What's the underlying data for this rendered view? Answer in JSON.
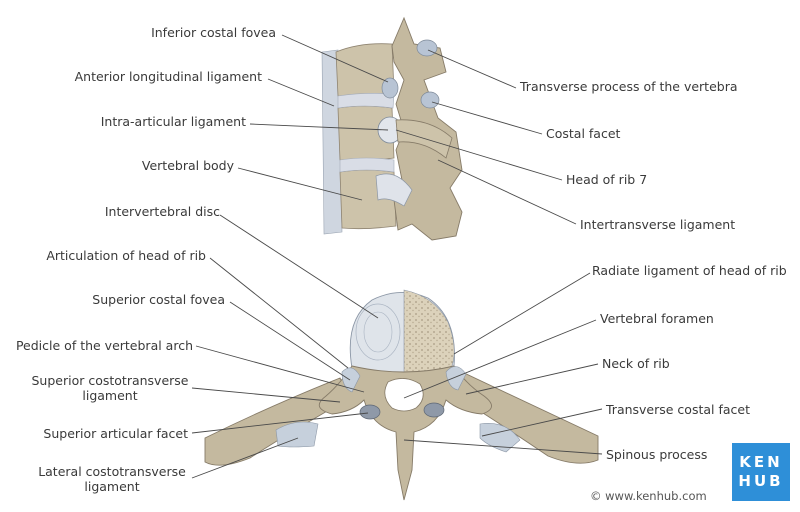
{
  "labels": {
    "inferior_costal_fovea": "Inferior costal fovea",
    "anterior_longitudinal_ligament": "Anterior longitudinal ligament",
    "intra_articular_ligament": "Intra-articular ligament",
    "vertebral_body": "Vertebral body",
    "intervertebral_disc": "Intervertebral disc",
    "articulation_head_of_rib": "Articulation of head of rib",
    "superior_costal_fovea": "Superior costal fovea",
    "pedicle_vertebral_arch": "Pedicle of the vertebral arch",
    "superior_costotransverse_ligament_1": "Superior costotransverse",
    "superior_costotransverse_ligament_2": "ligament",
    "superior_articular_facet": "Superior articular facet",
    "lateral_costotransverse_ligament_1": "Lateral costotransverse",
    "lateral_costotransverse_ligament_2": "ligament",
    "transverse_process": "Transverse process of the vertebra",
    "costal_facet": "Costal facet",
    "head_of_rib_7": "Head of rib 7",
    "intertransverse_ligament": "Intertransverse ligament",
    "radiate_ligament": "Radiate ligament of head of rib",
    "vertebral_foramen": "Vertebral foramen",
    "neck_of_rib": "Neck of rib",
    "transverse_costal_facet": "Transverse costal facet",
    "spinous_process": "Spinous process"
  },
  "logo": {
    "line1": "KEN",
    "line2": "HUB"
  },
  "credit": "© www.kenhub.com",
  "colors": {
    "bone": "#c9bfa6",
    "bone_dark": "#8f8471",
    "ligament": "#b9c3d2",
    "cartilage": "#dfe4ea",
    "cancellous": "#d9cfb8",
    "logo": "#2e8fd8"
  }
}
